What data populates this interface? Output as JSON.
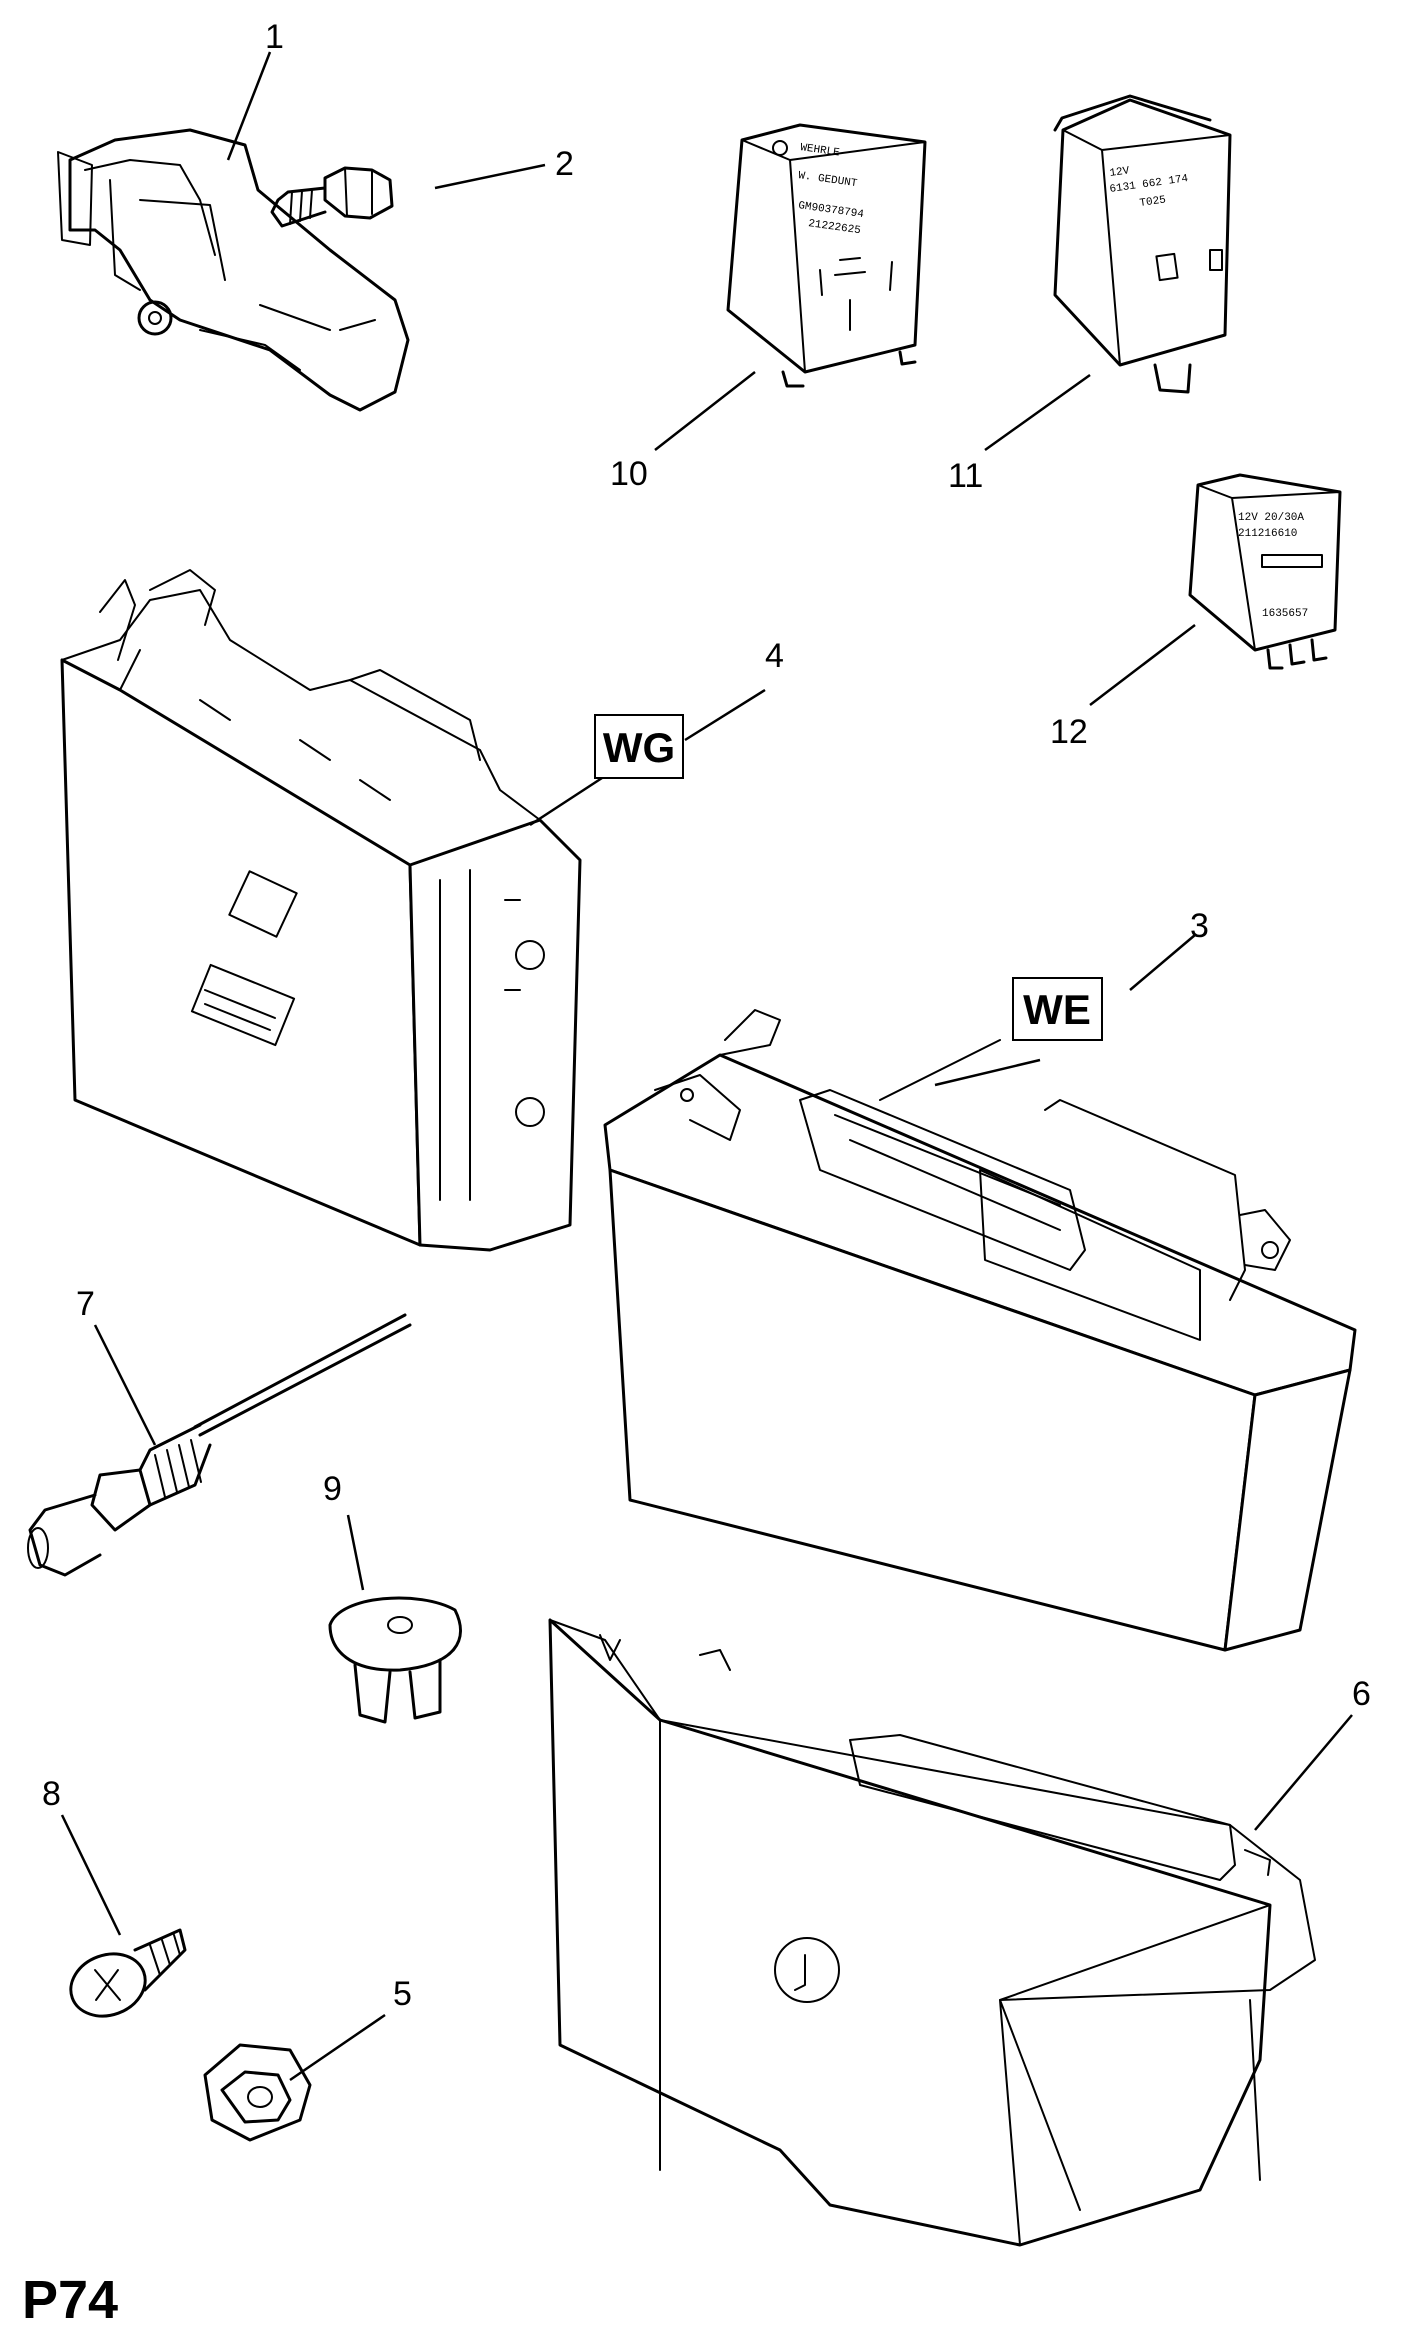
{
  "page_code": "P74",
  "callouts": [
    {
      "id": "1",
      "text": "1"
    },
    {
      "id": "2",
      "text": "2"
    },
    {
      "id": "3",
      "text": "3"
    },
    {
      "id": "4",
      "text": "4"
    },
    {
      "id": "5",
      "text": "5"
    },
    {
      "id": "6",
      "text": "6"
    },
    {
      "id": "7",
      "text": "7"
    },
    {
      "id": "8",
      "text": "8"
    },
    {
      "id": "9",
      "text": "9"
    },
    {
      "id": "10",
      "text": "10"
    },
    {
      "id": "11",
      "text": "11"
    },
    {
      "id": "12",
      "text": "12"
    }
  ],
  "variant_boxes": [
    {
      "id": "wg",
      "text": "WG"
    },
    {
      "id": "we",
      "text": "WE"
    }
  ],
  "relay_markings": {
    "relay10": [
      "WEHRLE",
      "W. GEDUNT",
      "GM90378794",
      "21222625"
    ],
    "relay11": [
      "12V",
      "6131 662 174",
      "T025"
    ],
    "relay12": [
      "12V 20/30A",
      "211216610",
      "1635657"
    ]
  }
}
